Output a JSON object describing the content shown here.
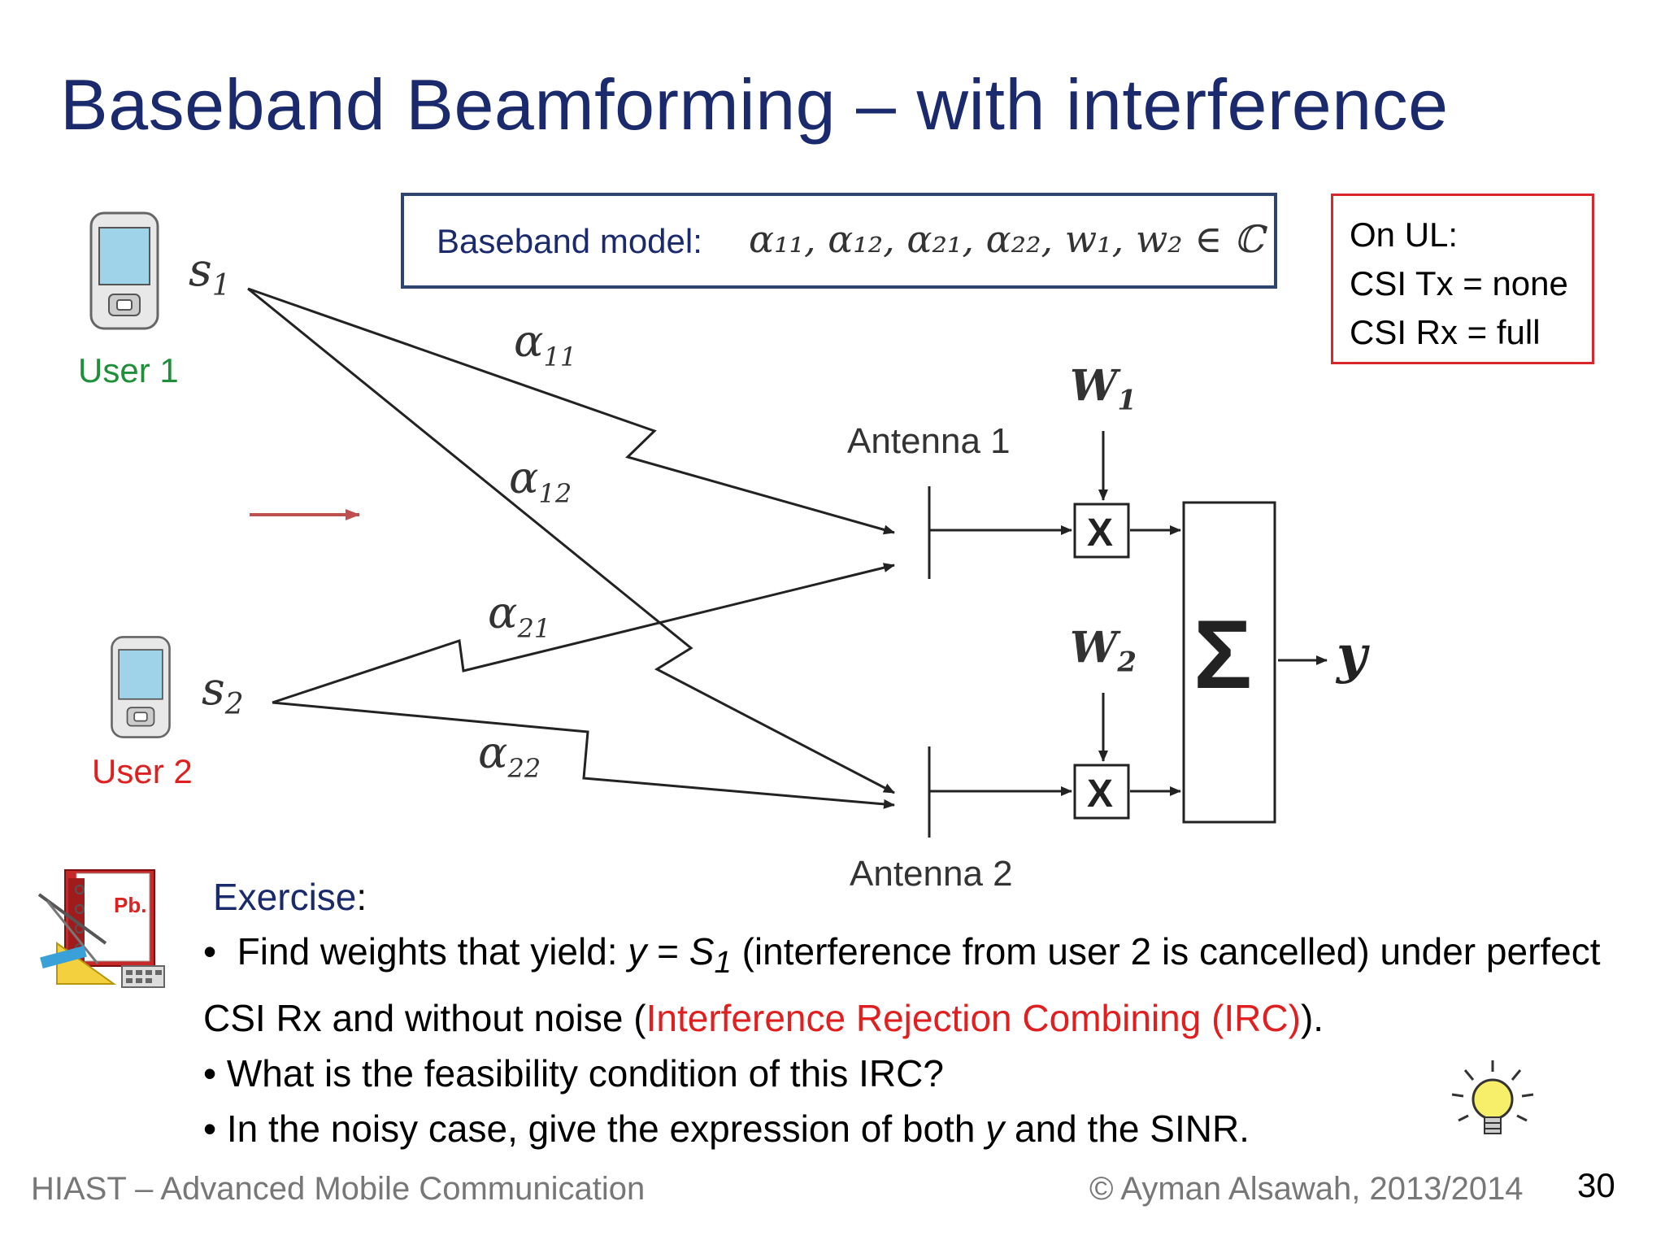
{
  "slide": {
    "title": "Baseband Beamforming – with interference"
  },
  "model": {
    "label": "Baseband model:",
    "math": "α₁₁, α₁₂, α₂₁, α₂₂, w₁, w₂ ∈ ℂ"
  },
  "csi": {
    "line1": "On UL:",
    "line2": "CSI Tx = none",
    "line3": "CSI Rx = full"
  },
  "users": {
    "user1": "User 1",
    "user2": "User 2"
  },
  "diagram": {
    "s1": "s",
    "s1_sub": "1",
    "s2": "s",
    "s2_sub": "2",
    "a11": "α",
    "a11_sub": "11",
    "a12": "α",
    "a12_sub": "12",
    "a21": "α",
    "a21_sub": "21",
    "a22": "α",
    "a22_sub": "22",
    "antenna1": "Antenna 1",
    "antenna2": "Antenna 2",
    "w1": "W",
    "w1_sub": "1",
    "w2": "W",
    "w2_sub": "2",
    "mult": "X",
    "sum": "Σ",
    "output": "y",
    "pb_label": "Pb."
  },
  "exercise": {
    "title": "Exercise",
    "colon": ":",
    "b1_pre": "Find weights that yield: ",
    "b1_y": "y",
    "b1_eq": " = ",
    "b1_s": "S",
    "b1_sub": "1",
    "b1_post": " (interference from user 2 is cancelled) under perfect CSI Rx and without noise (",
    "b1_red": "Interference Rejection Combining (IRC)",
    "b1_end": ").",
    "b2": "What is the feasibility condition of this IRC?",
    "b3_pre": "In the noisy case, give the expression of both ",
    "b3_y": "y",
    "b3_post": " and the SINR."
  },
  "footer": {
    "left": "HIAST  – Advanced Mobile Communication",
    "right": "© Ayman Alsawah, 2013/2014",
    "page": "30"
  },
  "colors": {
    "title": "#1a2a6c",
    "user1": "#1f8f3a",
    "user2": "#e02020",
    "csi_border": "#d9262b",
    "arrow": "#c0504d"
  },
  "icons": [
    "phone-icon",
    "exercise-book-icon",
    "lightbulb-icon"
  ]
}
